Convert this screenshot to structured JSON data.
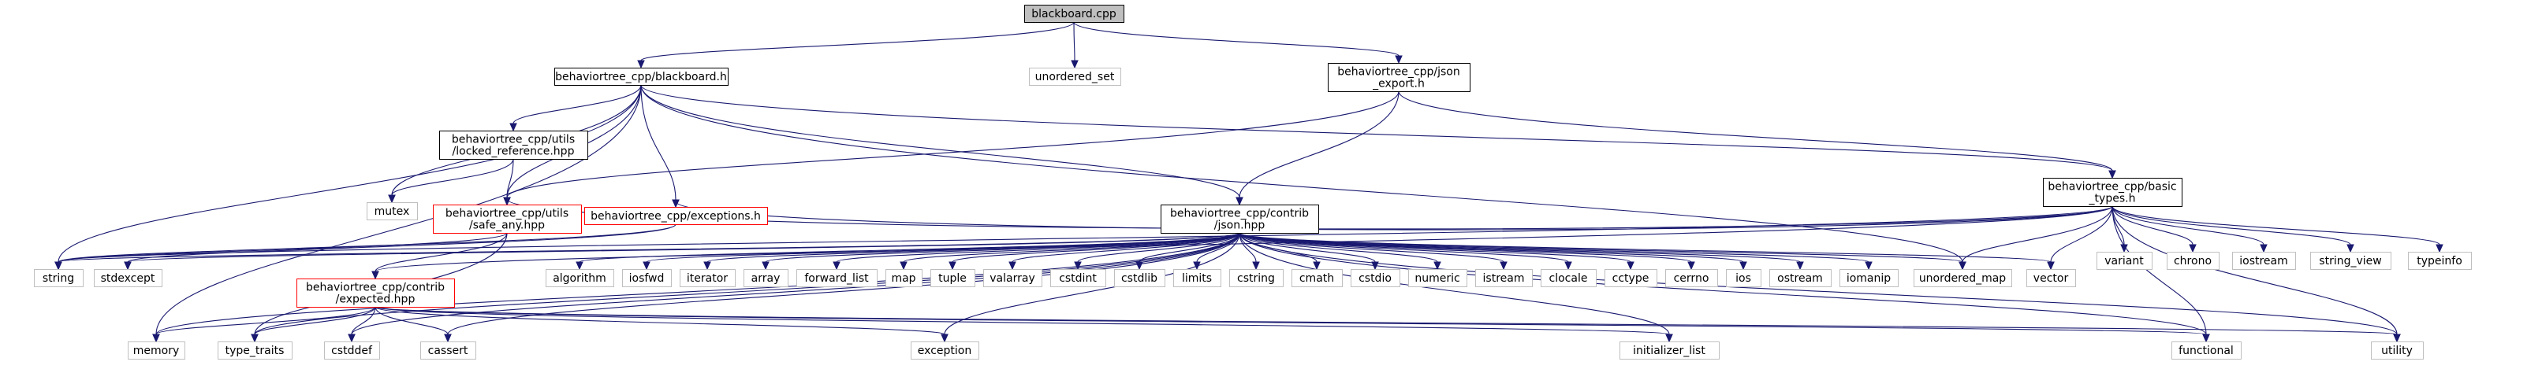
{
  "diagram": {
    "colors": {
      "root_fill": "#bfbfbf",
      "root_border": "#000000",
      "documented_border": "#000000",
      "error_border": "#ff0000",
      "external_border": "#bfbfbf",
      "node_fill": "#ffffff",
      "edge": "#191970"
    },
    "nodes": [
      {
        "id": "blackboard_cpp",
        "lines": [
          "blackboard.cpp"
        ],
        "kind": "root"
      },
      {
        "id": "bt_blackboard_h",
        "lines": [
          "behaviortree_cpp/blackboard.h"
        ],
        "kind": "documented"
      },
      {
        "id": "unordered_set",
        "lines": [
          "unordered_set"
        ],
        "kind": "external"
      },
      {
        "id": "bt_json_export_h",
        "lines": [
          "behaviortree_cpp/json",
          "_export.h"
        ],
        "kind": "documented"
      },
      {
        "id": "bt_locked_reference",
        "lines": [
          "behaviortree_cpp/utils",
          "/locked_reference.hpp"
        ],
        "kind": "documented"
      },
      {
        "id": "bt_basic_types_h",
        "lines": [
          "behaviortree_cpp/basic",
          "_types.h"
        ],
        "kind": "documented"
      },
      {
        "id": "mutex",
        "lines": [
          "mutex"
        ],
        "kind": "external"
      },
      {
        "id": "bt_safe_any",
        "lines": [
          "behaviortree_cpp/utils",
          "/safe_any.hpp"
        ],
        "kind": "error"
      },
      {
        "id": "bt_exceptions_h",
        "lines": [
          "behaviortree_cpp/exceptions.h"
        ],
        "kind": "error"
      },
      {
        "id": "bt_json_hpp",
        "lines": [
          "behaviortree_cpp/contrib",
          "/json.hpp"
        ],
        "kind": "documented"
      },
      {
        "id": "variant",
        "lines": [
          "variant"
        ],
        "kind": "external"
      },
      {
        "id": "chrono",
        "lines": [
          "chrono"
        ],
        "kind": "external"
      },
      {
        "id": "iostream",
        "lines": [
          "iostream"
        ],
        "kind": "external"
      },
      {
        "id": "string_view",
        "lines": [
          "string_view"
        ],
        "kind": "external"
      },
      {
        "id": "typeinfo",
        "lines": [
          "typeinfo"
        ],
        "kind": "external"
      },
      {
        "id": "string",
        "lines": [
          "string"
        ],
        "kind": "external"
      },
      {
        "id": "stdexcept",
        "lines": [
          "stdexcept"
        ],
        "kind": "external"
      },
      {
        "id": "bt_expected",
        "lines": [
          "behaviortree_cpp/contrib",
          "/expected.hpp"
        ],
        "kind": "error"
      },
      {
        "id": "algorithm",
        "lines": [
          "algorithm"
        ],
        "kind": "external"
      },
      {
        "id": "iosfwd",
        "lines": [
          "iosfwd"
        ],
        "kind": "external"
      },
      {
        "id": "iterator",
        "lines": [
          "iterator"
        ],
        "kind": "external"
      },
      {
        "id": "array",
        "lines": [
          "array"
        ],
        "kind": "external"
      },
      {
        "id": "forward_list",
        "lines": [
          "forward_list"
        ],
        "kind": "external"
      },
      {
        "id": "map",
        "lines": [
          "map"
        ],
        "kind": "external"
      },
      {
        "id": "tuple",
        "lines": [
          "tuple"
        ],
        "kind": "external"
      },
      {
        "id": "valarray",
        "lines": [
          "valarray"
        ],
        "kind": "external"
      },
      {
        "id": "cstdint",
        "lines": [
          "cstdint"
        ],
        "kind": "external"
      },
      {
        "id": "cstdlib",
        "lines": [
          "cstdlib"
        ],
        "kind": "external"
      },
      {
        "id": "limits",
        "lines": [
          "limits"
        ],
        "kind": "external"
      },
      {
        "id": "cstring",
        "lines": [
          "cstring"
        ],
        "kind": "external"
      },
      {
        "id": "cmath",
        "lines": [
          "cmath"
        ],
        "kind": "external"
      },
      {
        "id": "cstdio",
        "lines": [
          "cstdio"
        ],
        "kind": "external"
      },
      {
        "id": "numeric",
        "lines": [
          "numeric"
        ],
        "kind": "external"
      },
      {
        "id": "istream",
        "lines": [
          "istream"
        ],
        "kind": "external"
      },
      {
        "id": "clocale",
        "lines": [
          "clocale"
        ],
        "kind": "external"
      },
      {
        "id": "cctype",
        "lines": [
          "cctype"
        ],
        "kind": "external"
      },
      {
        "id": "cerrno",
        "lines": [
          "cerrno"
        ],
        "kind": "external"
      },
      {
        "id": "ios",
        "lines": [
          "ios"
        ],
        "kind": "external"
      },
      {
        "id": "ostream",
        "lines": [
          "ostream"
        ],
        "kind": "external"
      },
      {
        "id": "iomanip",
        "lines": [
          "iomanip"
        ],
        "kind": "external"
      },
      {
        "id": "unordered_map",
        "lines": [
          "unordered_map"
        ],
        "kind": "external"
      },
      {
        "id": "vector",
        "lines": [
          "vector"
        ],
        "kind": "external"
      },
      {
        "id": "memory",
        "lines": [
          "memory"
        ],
        "kind": "external"
      },
      {
        "id": "type_traits",
        "lines": [
          "type_traits"
        ],
        "kind": "external"
      },
      {
        "id": "cstddef",
        "lines": [
          "cstddef"
        ],
        "kind": "external"
      },
      {
        "id": "cassert",
        "lines": [
          "cassert"
        ],
        "kind": "external"
      },
      {
        "id": "exception",
        "lines": [
          "exception"
        ],
        "kind": "external"
      },
      {
        "id": "initializer_list",
        "lines": [
          "initializer_list"
        ],
        "kind": "external"
      },
      {
        "id": "functional",
        "lines": [
          "functional"
        ],
        "kind": "external"
      },
      {
        "id": "utility",
        "lines": [
          "utility"
        ],
        "kind": "external"
      }
    ],
    "edges": [
      [
        "blackboard_cpp",
        "bt_blackboard_h"
      ],
      [
        "blackboard_cpp",
        "unordered_set"
      ],
      [
        "blackboard_cpp",
        "bt_json_export_h"
      ],
      [
        "bt_blackboard_h",
        "bt_locked_reference"
      ],
      [
        "bt_blackboard_h",
        "bt_basic_types_h"
      ],
      [
        "bt_blackboard_h",
        "mutex"
      ],
      [
        "bt_blackboard_h",
        "bt_safe_any"
      ],
      [
        "bt_blackboard_h",
        "bt_exceptions_h"
      ],
      [
        "bt_blackboard_h",
        "bt_json_hpp"
      ],
      [
        "bt_blackboard_h",
        "string"
      ],
      [
        "bt_blackboard_h",
        "memory"
      ],
      [
        "bt_blackboard_h",
        "unordered_map"
      ],
      [
        "bt_json_export_h",
        "bt_basic_types_h"
      ],
      [
        "bt_json_export_h",
        "bt_safe_any"
      ],
      [
        "bt_json_export_h",
        "bt_json_hpp"
      ],
      [
        "bt_locked_reference",
        "bt_safe_any"
      ],
      [
        "bt_locked_reference",
        "mutex"
      ],
      [
        "bt_basic_types_h",
        "bt_safe_any"
      ],
      [
        "bt_basic_types_h",
        "bt_exceptions_h"
      ],
      [
        "bt_basic_types_h",
        "bt_expected"
      ],
      [
        "bt_basic_types_h",
        "variant"
      ],
      [
        "bt_basic_types_h",
        "chrono"
      ],
      [
        "bt_basic_types_h",
        "iostream"
      ],
      [
        "bt_basic_types_h",
        "string_view"
      ],
      [
        "bt_basic_types_h",
        "typeinfo"
      ],
      [
        "bt_basic_types_h",
        "unordered_map"
      ],
      [
        "bt_basic_types_h",
        "vector"
      ],
      [
        "bt_basic_types_h",
        "utility"
      ],
      [
        "bt_basic_types_h",
        "functional"
      ],
      [
        "bt_basic_types_h",
        "string"
      ],
      [
        "bt_safe_any",
        "bt_expected"
      ],
      [
        "bt_safe_any",
        "string"
      ],
      [
        "bt_safe_any",
        "type_traits"
      ],
      [
        "bt_exceptions_h",
        "string"
      ],
      [
        "bt_exceptions_h",
        "stdexcept"
      ],
      [
        "bt_json_hpp",
        "string"
      ],
      [
        "bt_json_hpp",
        "stdexcept"
      ],
      [
        "bt_json_hpp",
        "algorithm"
      ],
      [
        "bt_json_hpp",
        "iosfwd"
      ],
      [
        "bt_json_hpp",
        "iterator"
      ],
      [
        "bt_json_hpp",
        "array"
      ],
      [
        "bt_json_hpp",
        "forward_list"
      ],
      [
        "bt_json_hpp",
        "map"
      ],
      [
        "bt_json_hpp",
        "tuple"
      ],
      [
        "bt_json_hpp",
        "valarray"
      ],
      [
        "bt_json_hpp",
        "cstdint"
      ],
      [
        "bt_json_hpp",
        "cstdlib"
      ],
      [
        "bt_json_hpp",
        "limits"
      ],
      [
        "bt_json_hpp",
        "cstring"
      ],
      [
        "bt_json_hpp",
        "cmath"
      ],
      [
        "bt_json_hpp",
        "cstdio"
      ],
      [
        "bt_json_hpp",
        "numeric"
      ],
      [
        "bt_json_hpp",
        "istream"
      ],
      [
        "bt_json_hpp",
        "clocale"
      ],
      [
        "bt_json_hpp",
        "cctype"
      ],
      [
        "bt_json_hpp",
        "cerrno"
      ],
      [
        "bt_json_hpp",
        "ios"
      ],
      [
        "bt_json_hpp",
        "ostream"
      ],
      [
        "bt_json_hpp",
        "iomanip"
      ],
      [
        "bt_json_hpp",
        "unordered_map"
      ],
      [
        "bt_json_hpp",
        "vector"
      ],
      [
        "bt_json_hpp",
        "memory"
      ],
      [
        "bt_json_hpp",
        "type_traits"
      ],
      [
        "bt_json_hpp",
        "cstddef"
      ],
      [
        "bt_json_hpp",
        "cassert"
      ],
      [
        "bt_json_hpp",
        "exception"
      ],
      [
        "bt_json_hpp",
        "initializer_list"
      ],
      [
        "bt_json_hpp",
        "functional"
      ],
      [
        "bt_json_hpp",
        "utility"
      ],
      [
        "bt_expected",
        "memory"
      ],
      [
        "bt_expected",
        "type_traits"
      ],
      [
        "bt_expected",
        "cstddef"
      ],
      [
        "bt_expected",
        "cassert"
      ],
      [
        "bt_expected",
        "exception"
      ],
      [
        "bt_expected",
        "initializer_list"
      ],
      [
        "bt_expected",
        "functional"
      ],
      [
        "bt_expected",
        "utility"
      ]
    ]
  }
}
